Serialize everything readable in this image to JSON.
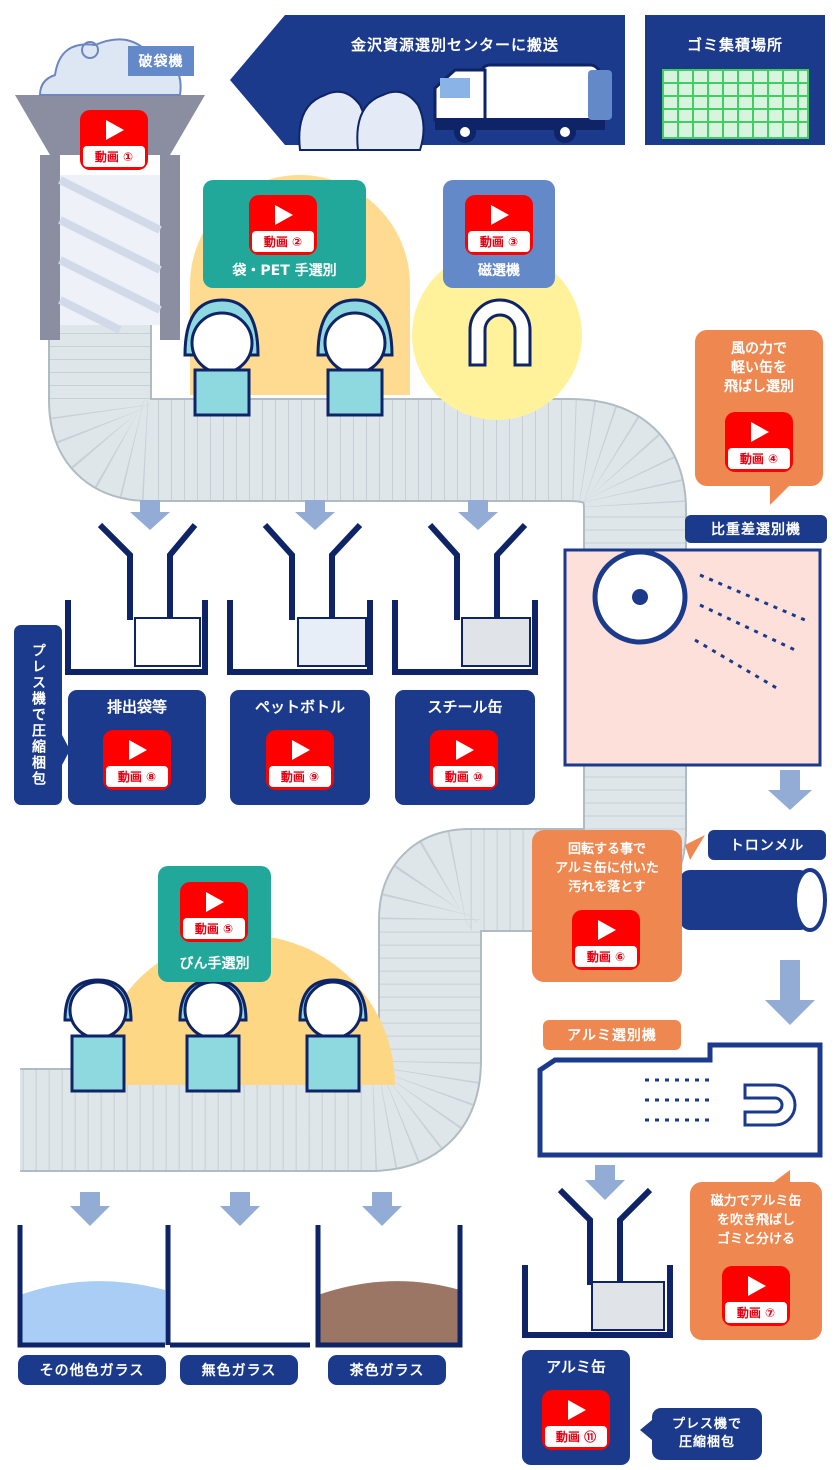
{
  "header": {
    "transport_label": "金沢資源選別センターに搬送",
    "collection_label": "ゴミ集積場所"
  },
  "stations": {
    "bag_breaker": "破袋機",
    "manual_bag_pet": "袋・PET 手選別",
    "magnetic": "磁選機",
    "density": "比重差選別機",
    "trommel": "トロンメル",
    "aluminum": "アルミ選別機",
    "bottle_manual": "びん手選別"
  },
  "notes": {
    "wind": "風の力で\n軽い缶を\n飛ばし選別",
    "trommel": "回転する事で\nアルミ缶に付いた\n汚れを落とす",
    "magnet_force": "磁力でアルミ缶\nを吹き飛ばし\nゴミと分ける",
    "press_left": "プレス機で圧縮梱包",
    "press_right": "プレス機で\n圧縮梱包"
  },
  "outputs": {
    "bags": "排出袋等",
    "pet": "ペットボトル",
    "steel": "スチール缶",
    "aluminum": "アルミ缶",
    "glass_other": "その他色ガラス",
    "glass_clear": "無色ガラス",
    "glass_brown": "茶色ガラス"
  },
  "videos": [
    "動画 ①",
    "動画 ②",
    "動画 ③",
    "動画 ④",
    "動画 ⑤",
    "動画 ⑥",
    "動画 ⑦",
    "動画 ⑧",
    "動画 ⑨",
    "動画 ⑩",
    "動画 ⑪"
  ],
  "colors": {
    "navy": "#1b3a8c",
    "teal": "#22a89b",
    "slate": "#6489c8",
    "orange": "#ee8750",
    "red": "#ff0000",
    "belt": "#dfe6ea"
  }
}
